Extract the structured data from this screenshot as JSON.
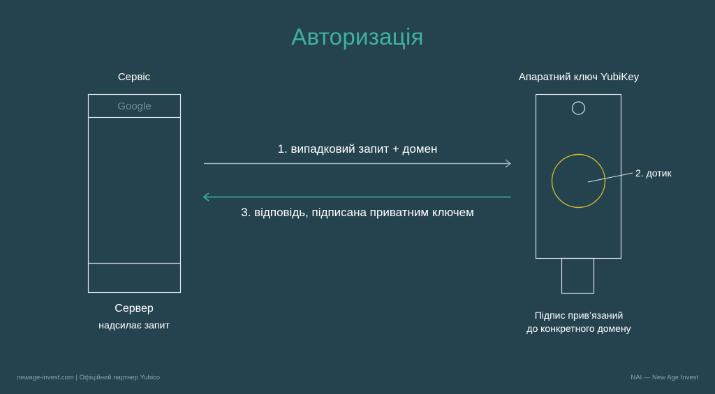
{
  "title": "Авторизація",
  "service": {
    "heading": "Сервіс",
    "browser_label": "Google",
    "caption_title": "Сервер",
    "caption_sub": "надсилає запит"
  },
  "key": {
    "heading": "Апаратний ключ YubiKey",
    "touch_label": "2. дотик",
    "caption_line1": "Підпис прив’язаний",
    "caption_line2": "до конкретного домену"
  },
  "arrows": {
    "request": "1. випадковий запит + домен",
    "response": "3. відповідь, підписана приватним ключем"
  },
  "footer": {
    "left": "newage-invest.com | Офіційний партнер Yubico",
    "right": "NAI — New Age Invest"
  },
  "colors": {
    "background": "#25434f",
    "accent_teal": "#3fb39a",
    "touch_ring": "#d4b92b",
    "line_light": "#d9e2e6",
    "arrow_request": "#9fb3bb"
  }
}
